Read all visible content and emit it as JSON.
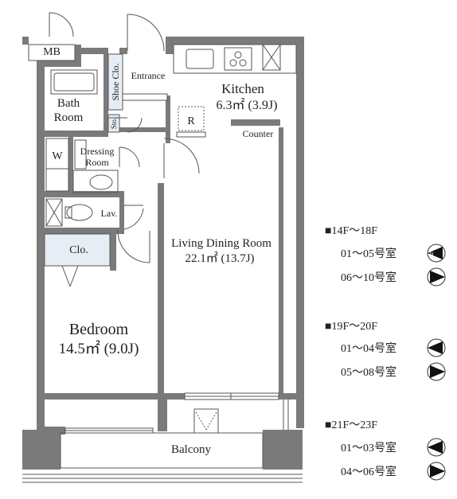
{
  "rooms": {
    "mb": "MB",
    "bath_line1": "Bath",
    "bath_line2": "Room",
    "shoe_closet": "Shoe Clo.",
    "storage": "Sto.",
    "entrance": "Entrance",
    "kitchen_name": "Kitchen",
    "kitchen_area": "6.3㎡ (3.9J)",
    "refrigerator": "R",
    "counter": "Counter",
    "washer": "W",
    "dressing_line1": "Dressing",
    "dressing_line2": "Room",
    "lavatory": "Lav.",
    "closet": "Clo.",
    "living_name": "Living Dining Room",
    "living_area": "22.1㎡ (13.7J)",
    "bedroom_name": "Bedroom",
    "bedroom_area": "14.5㎡ (9.0J)",
    "balcony": "Balcony"
  },
  "legend": [
    {
      "floors": "■14F～18F",
      "rows": [
        {
          "units": "01～05号室",
          "icon": "compass-icon",
          "direction": "left"
        },
        {
          "units": "06～10号室",
          "icon": "compass-icon",
          "direction": "right"
        }
      ]
    },
    {
      "floors": "■19F～20F",
      "rows": [
        {
          "units": "01～04号室",
          "icon": "compass-icon",
          "direction": "left"
        },
        {
          "units": "05～08号室",
          "icon": "compass-icon",
          "direction": "right"
        }
      ]
    },
    {
      "floors": "■21F～23F",
      "rows": [
        {
          "units": "01～03号室",
          "icon": "compass-icon",
          "direction": "left"
        },
        {
          "units": "04～06号室",
          "icon": "compass-icon",
          "direction": "right"
        }
      ]
    }
  ],
  "colors": {
    "wall": "#7a7a7a",
    "wall_dark": "#606060",
    "line": "#555555",
    "closet_fill": "#e6edf4"
  }
}
